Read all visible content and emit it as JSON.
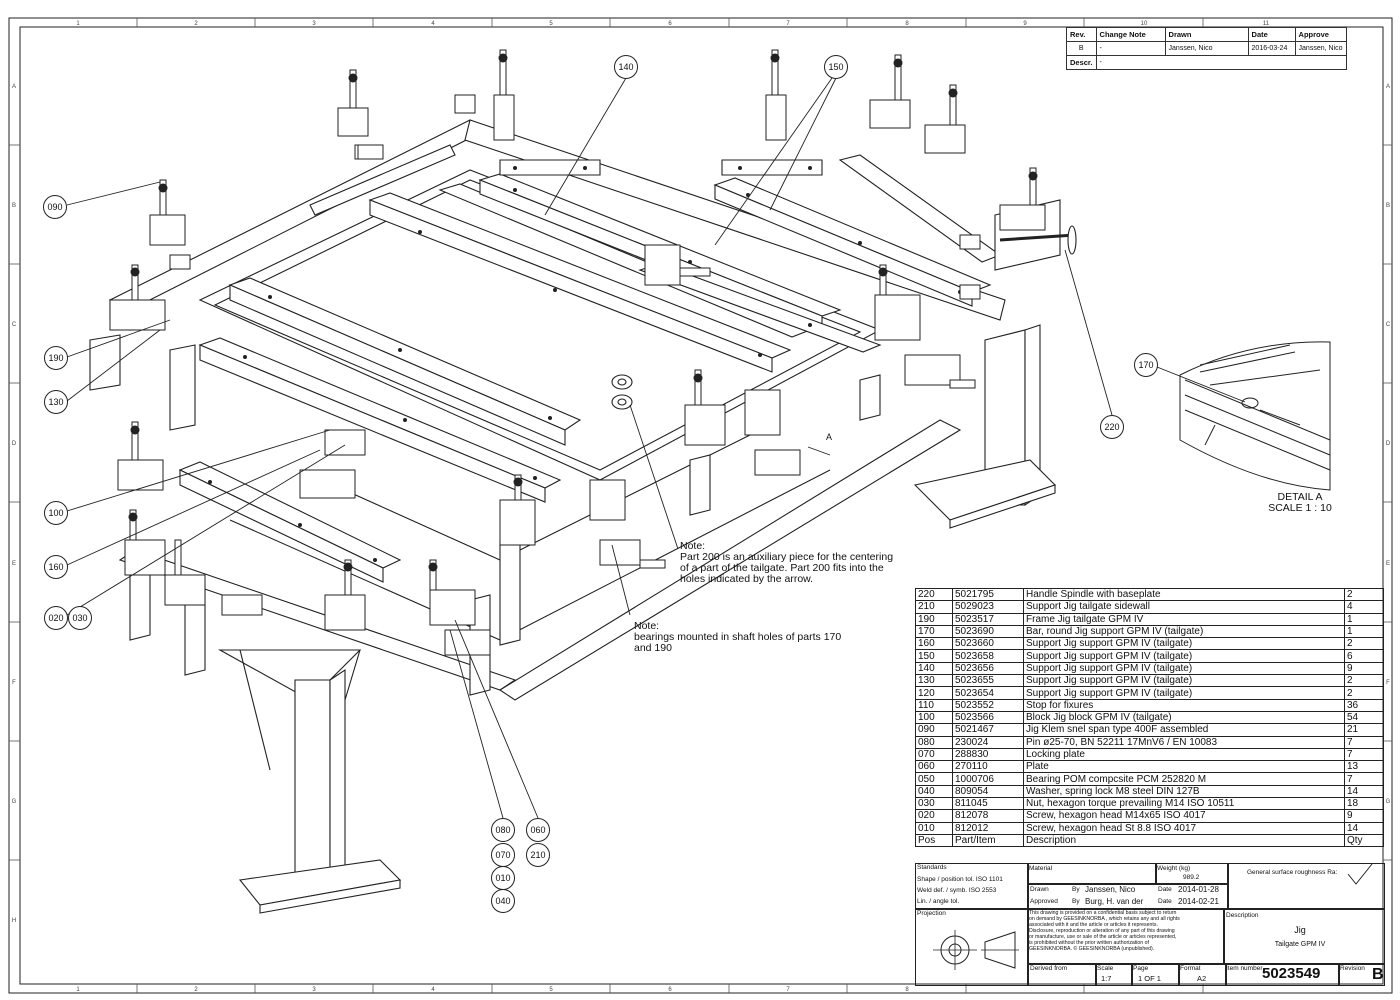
{
  "revision": {
    "headers": [
      "Rev.",
      "Change Note",
      "Drawn",
      "Date",
      "Approve"
    ],
    "row": [
      "B",
      "-",
      "Janssen, Nico",
      "2016-03-24",
      "Janssen, Nico"
    ],
    "descr_label": "Descr.",
    "descr_value": "-"
  },
  "grid": {
    "columns": [
      "1",
      "2",
      "3",
      "4",
      "5",
      "6",
      "7",
      "8",
      "9",
      "10",
      "11"
    ],
    "rows": [
      "A",
      "B",
      "C",
      "D",
      "E",
      "F",
      "G",
      "H"
    ]
  },
  "balloons": [
    "140",
    "150",
    "090",
    "190",
    "130",
    "220",
    "100",
    "160",
    "020",
    "030",
    "170",
    "080",
    "060",
    "070",
    "210",
    "010",
    "040"
  ],
  "notes": {
    "note1": "Note:\nPart 200 is an auxiliary piece for the centering\nof a part of the tailgate. Part 200 fits into the\nholes indicated by the arrow.",
    "note2": "Note:\nbearings mounted in shaft holes of parts 170\nand 190"
  },
  "arrow_label": "A",
  "detail": {
    "title": "DETAIL A",
    "scale": "SCALE 1 : 10"
  },
  "bom": {
    "rows": [
      [
        "220",
        "5021795",
        "Handle Spindle with baseplate",
        "2"
      ],
      [
        "210",
        "5029023",
        "Support Jig tailgate sidewall",
        "4"
      ],
      [
        "190",
        "5023517",
        "Frame Jig tailgate GPM IV",
        "1"
      ],
      [
        "170",
        "5023690",
        "Bar, round Jig support GPM IV (tailgate)",
        "1"
      ],
      [
        "160",
        "5023660",
        "Support Jig support GPM IV (tailgate)",
        "2"
      ],
      [
        "150",
        "5023658",
        "Support Jig support GPM IV (tailgate)",
        "6"
      ],
      [
        "140",
        "5023656",
        "Support Jig support GPM IV (tailgate)",
        "9"
      ],
      [
        "130",
        "5023655",
        "Support Jig support GPM IV (tailgate)",
        "2"
      ],
      [
        "120",
        "5023654",
        "Support Jig support GPM IV (tailgate)",
        "2"
      ],
      [
        "110",
        "5023552",
        "Stop for fixures",
        "36"
      ],
      [
        "100",
        "5023566",
        "Block Jig block GPM IV (tailgate)",
        "54"
      ],
      [
        "090",
        "5021467",
        "Jig Klem snel span type 400F assembled",
        "21"
      ],
      [
        "080",
        "230024",
        "Pin ø25-70, BN 52211 17MnV6 / EN 10083",
        "7"
      ],
      [
        "070",
        "288830",
        "Locking plate",
        "7"
      ],
      [
        "060",
        "270110",
        "Plate",
        "13"
      ],
      [
        "050",
        "1000706",
        "Bearing POM compcsite PCM 252820 M",
        "7"
      ],
      [
        "040",
        "809054",
        "Washer, spring lock M8 steel DIN 127B",
        "14"
      ],
      [
        "030",
        "811045",
        "Nut, hexagon torque prevailing M14 ISO 10511",
        "18"
      ],
      [
        "020",
        "812078",
        "Screw, hexagon head M14x65 ISO 4017",
        "9"
      ],
      [
        "010",
        "812012",
        "Screw, hexagon head St 8.8 ISO 4017",
        "14"
      ]
    ],
    "header": [
      "Pos",
      "Part/Item",
      "Description",
      "Qty"
    ]
  },
  "title_block": {
    "standards": "Standards",
    "shape": "Shape / position tol. ISO 1101",
    "weld": "Weld def. / symb. ISO 2553",
    "lin": "Lin. / angle tol.",
    "material": "Material",
    "weight_label": "Weight (kg)",
    "weight": "989.2",
    "roughness": "General surface roughness Ra:",
    "drawn_label": "Drawn",
    "drawn_by_label": "By",
    "drawn_by": "Janssen, Nico",
    "drawn_date_label": "Date",
    "drawn_date": "2014-01-28",
    "approved_label": "Approved",
    "approved_by_label": "By",
    "approved_by": "Burg, H. van der",
    "approved_date_label": "Date",
    "approved_date": "2014-02-21",
    "projection": "Projection",
    "confidential": "This drawing is provided on a confidential basis subject to return\non demand by GEESINKNORBA , which retains any and all rights\nassociated with it and the article or articles it represents.\nDisclosure, reproduction or alteration of any part of this drawing\nor manufacture, use or sale of the article or articles represented,\nis prohibited without the prior written authorization of\nGEESINKNORBA. © GEESINKNORBA (unpublished).",
    "description_label": "Description",
    "description_1": "Jig",
    "description_2": "Tailgate GPM IV",
    "derived_label": "Derived from",
    "scale_label": "Scale",
    "scale": "1:7",
    "page_label": "Page",
    "page": "1 OF 1",
    "format_label": "Format",
    "format": "A2",
    "item_number_label": "Item number",
    "item_number": "5023549",
    "revision_label": "Revision",
    "revision": "B"
  }
}
